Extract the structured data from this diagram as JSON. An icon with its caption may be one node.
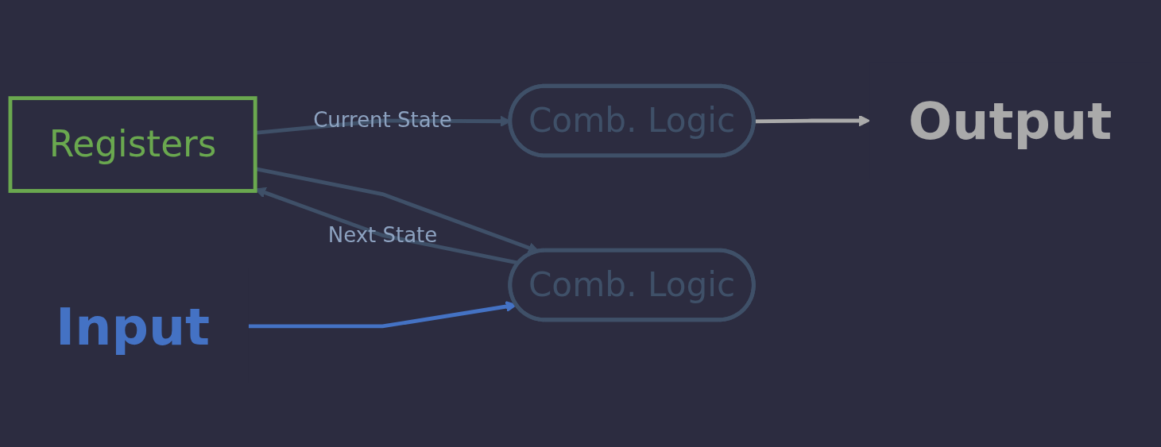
{
  "diagram": {
    "nodes": [
      {
        "text": [
          "Registers"
        ]
      },
      {
        "text": [
          "Comb. Logic"
        ]
      },
      {
        "text": [
          "Comb. Logic"
        ]
      },
      {
        "text": [
          "Output"
        ]
      },
      {
        "text": [
          "Input"
        ]
      }
    ],
    "edges": [
      {
        "from": 0,
        "to": 1,
        "arrow": "to",
        "label": "Current State"
      },
      {
        "from": 0,
        "to": 2,
        "arrow": "to"
      },
      {
        "from": 1,
        "to": 3,
        "arrow": "to",
        "color": "#aaaaaa"
      },
      {
        "from": 4,
        "to": 2,
        "arrow": "to",
        "color": "#4472c4"
      },
      {
        "from": 2,
        "to": 0,
        "arrow": "to",
        "label": "Next State"
      }
    ]
  }
}
